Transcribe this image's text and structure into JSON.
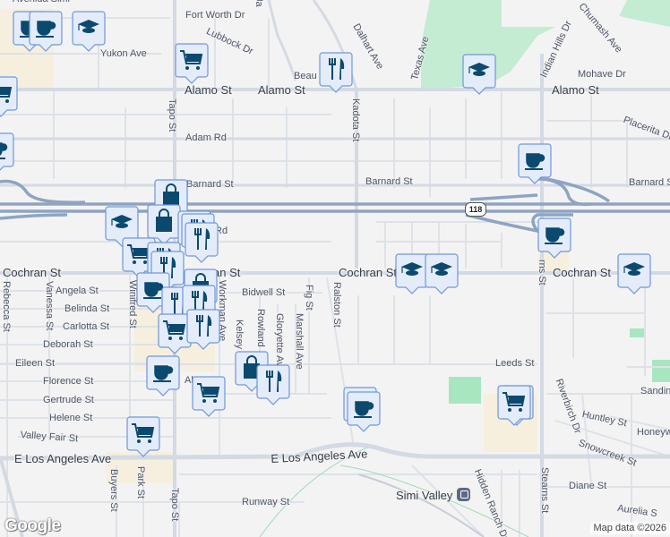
{
  "map": {
    "colors": {
      "background": "#f4f3f4",
      "road": "#d3dae3",
      "freeway": "#8ea4c1",
      "park": "#c3ecd2",
      "commercial": "#f6efdd",
      "marker_fill": "#e4ecfa",
      "marker_border": "#6e97d9",
      "marker_icon": "#0b4a6e"
    },
    "highway_shield": "118",
    "transit_station": "Simi Valley",
    "transit_icon": "train-station-icon",
    "logo": "Google",
    "attribution": "Map data ©2026"
  },
  "streets": [
    "Avenida Simi",
    "Fort Worth Dr",
    "Lubbock Dr",
    "Yukon Ave",
    "Alamo St",
    "Alamo St",
    "Alamo St",
    "Beau",
    "Tapo St",
    "Adam Rd",
    "Barnard St",
    "Barnard St",
    "Barnard S",
    "Kadota St",
    "Dalhart Ave",
    "Texas Ave",
    "Chumash Ave",
    "Indian Hills Dr",
    "Mohave Dr",
    "Placerita Dr",
    "Cochran St",
    "Cochran St",
    "Cochran St",
    "an St",
    "Rd",
    "Rebecca St",
    "Vanessa St",
    "Angela St",
    "Belinda St",
    "Carlotta St",
    "Deborah St",
    "Eileen St",
    "Florence St",
    "Gertrude St",
    "Helene St",
    "Valley Fair St",
    "E Los Angeles Ave",
    "E Los Angeles Ave",
    "Winifred St",
    "Workman Ave",
    "Bidwell St",
    "Kelsey",
    "Rowland",
    "Gloryette Ave",
    "Marshall Ave",
    "Fig St",
    "Ralston St",
    "Buyers St",
    "Park St",
    "Tapo St",
    "Runway St",
    "Leeds St",
    "Riverbirch Dr",
    "Huntley St",
    "Snowcreek St",
    "Honeyw",
    "Sandin",
    "Diane St",
    "Hidden Ranch Dr",
    "Stearns St",
    "rns St",
    "Aurelia S",
    "Al",
    "Simi Valley",
    "Ja"
  ],
  "markers": [
    "coffee",
    "coffee",
    "school",
    "shopping-cart",
    "shopping-cart",
    "coffee",
    "restaurant",
    "school",
    "coffee",
    "coffee",
    "shopping-bag",
    "school",
    "shopping-bag",
    "shopping-bag",
    "restaurant",
    "restaurant",
    "shopping-cart",
    "restaurant",
    "restaurant",
    "school",
    "school",
    "school",
    "coffee",
    "shopping-bag",
    "restaurant",
    "restaurant",
    "shopping-cart",
    "restaurant",
    "coffee",
    "shopping-cart",
    "shopping-bag",
    "restaurant",
    "shopping-cart",
    "coffee",
    "coffee",
    "shopping-cart",
    "shopping-cart"
  ]
}
